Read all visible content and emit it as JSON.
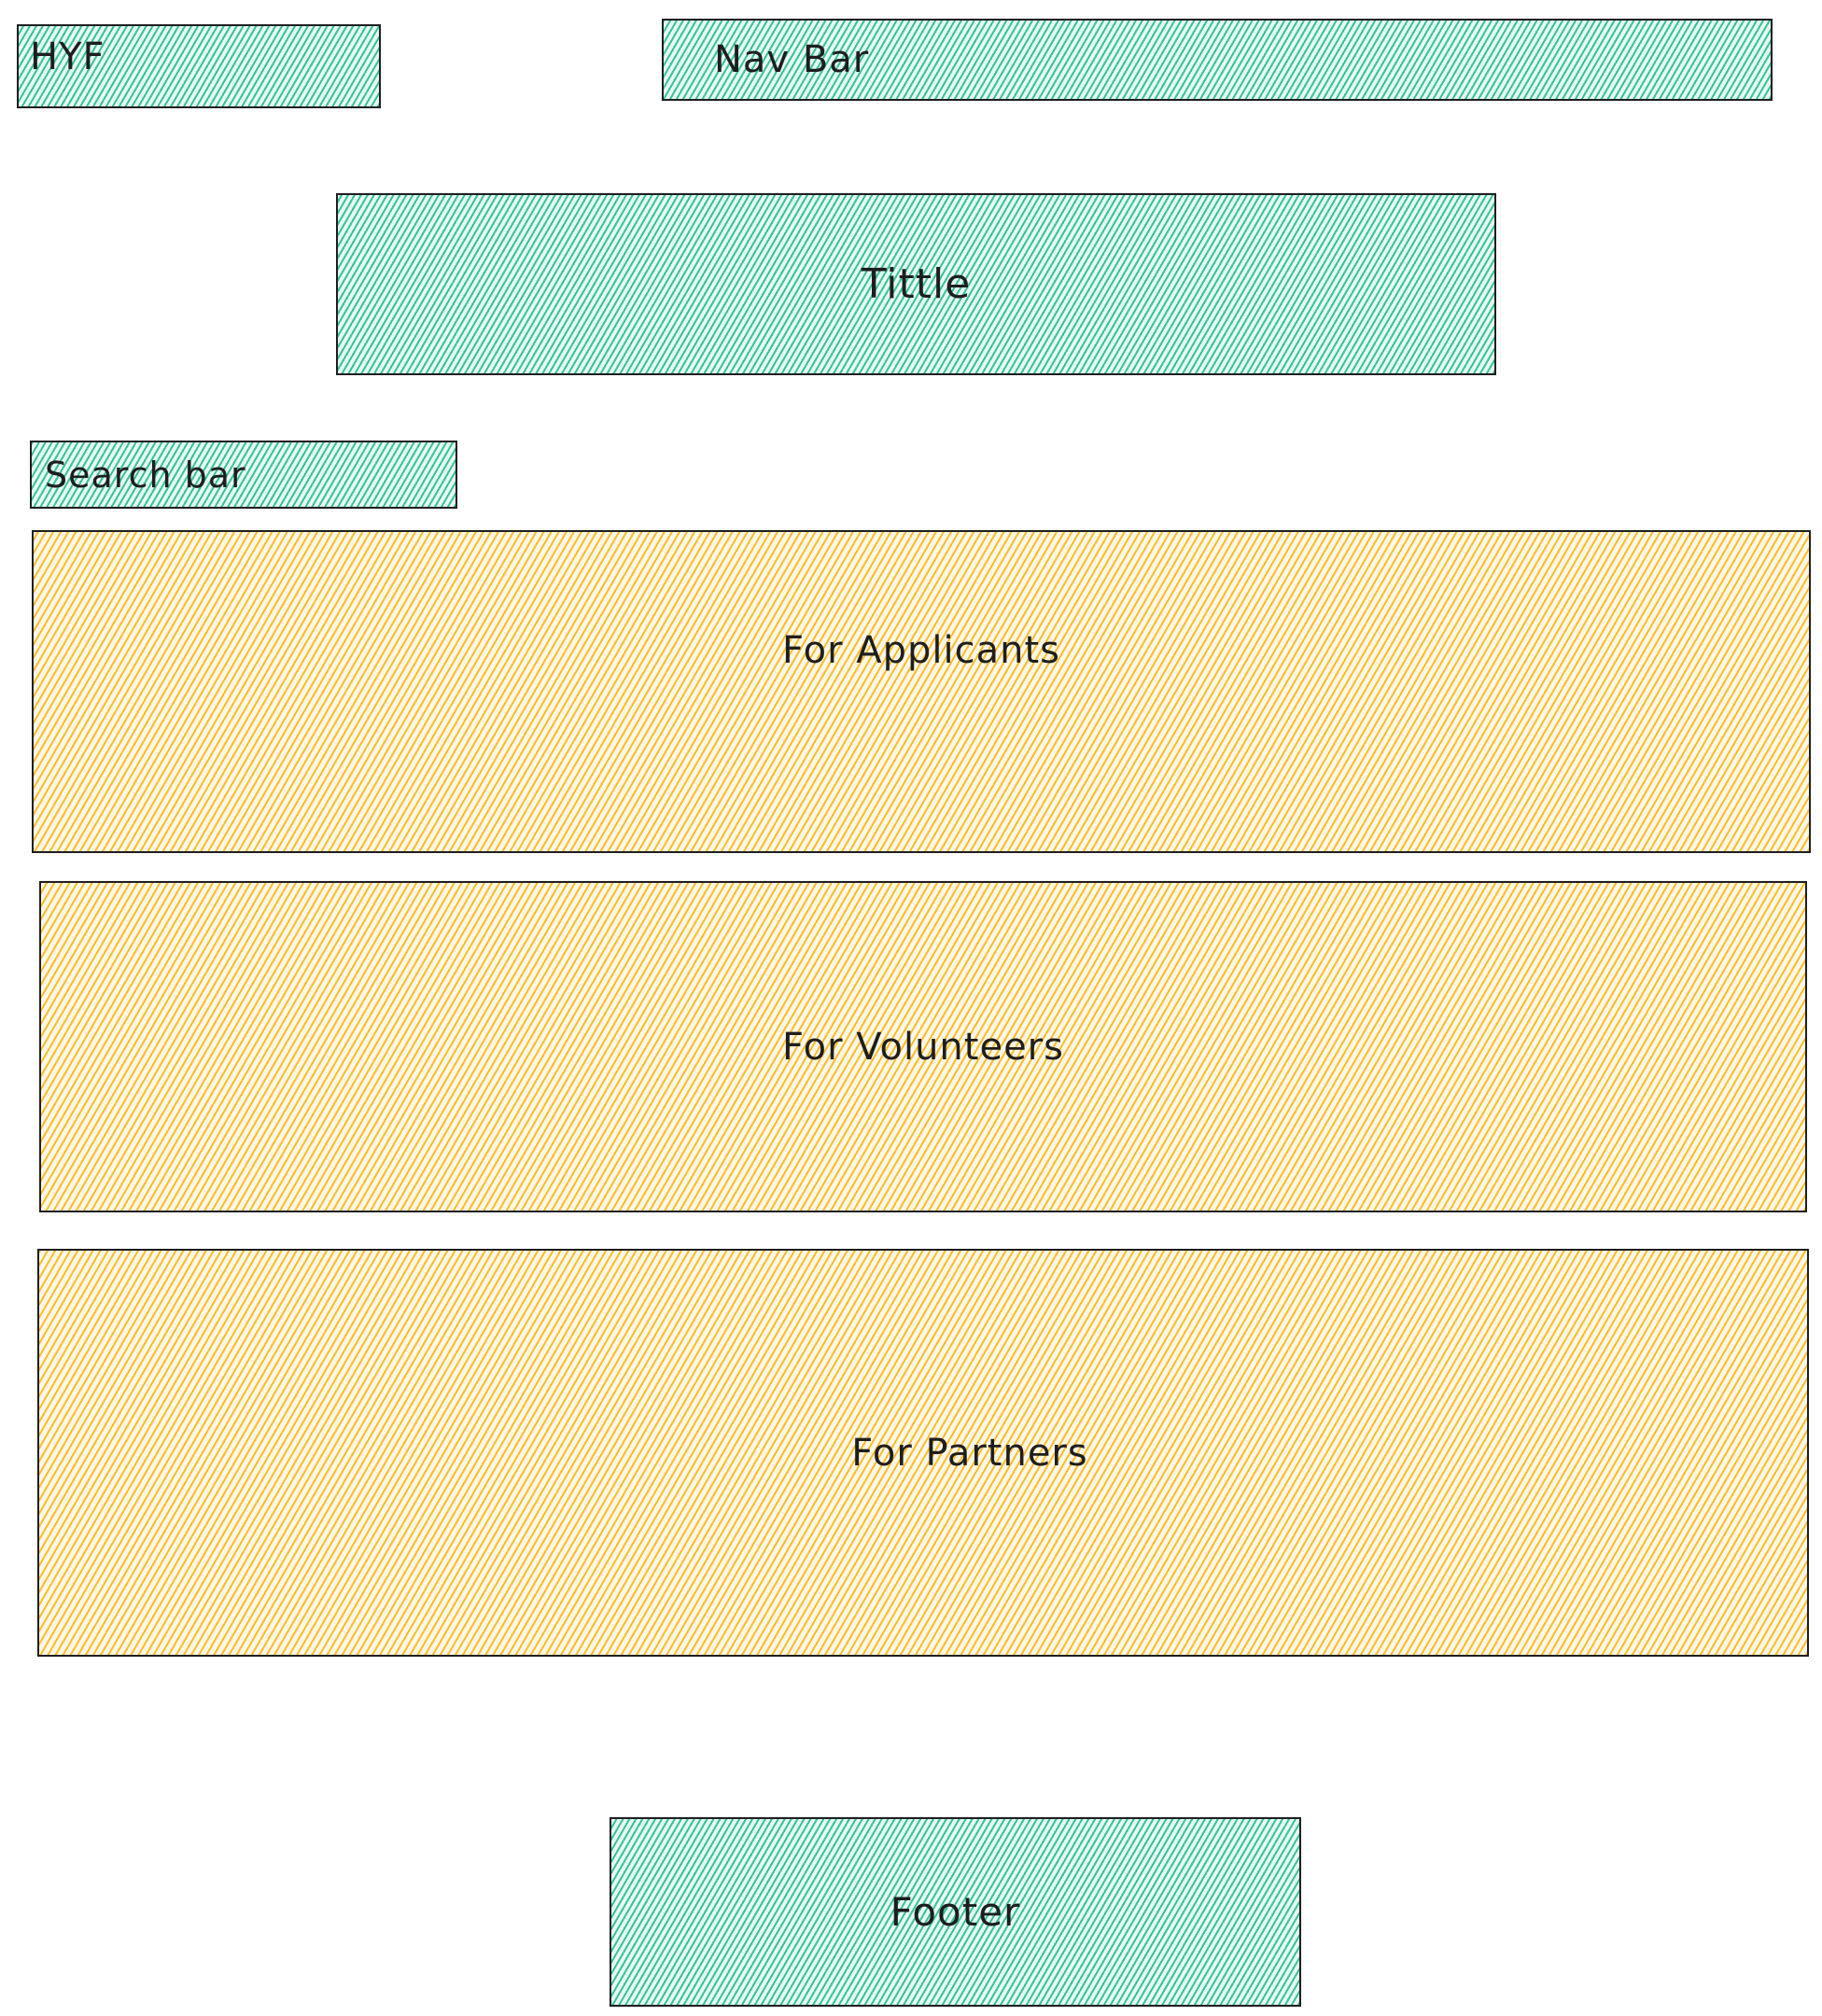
{
  "wireframe": {
    "logo": "HYF",
    "nav_bar": "Nav Bar",
    "title": "Tittle",
    "search_bar": "Search bar",
    "sections": [
      {
        "label": "For Applicants"
      },
      {
        "label": "For Volunteers"
      },
      {
        "label": "For Partners"
      }
    ],
    "footer": "Footer"
  },
  "colors": {
    "header_footer_fill": "#12b886",
    "content_fill": "#fab005",
    "stroke": "#1e1e1e"
  }
}
